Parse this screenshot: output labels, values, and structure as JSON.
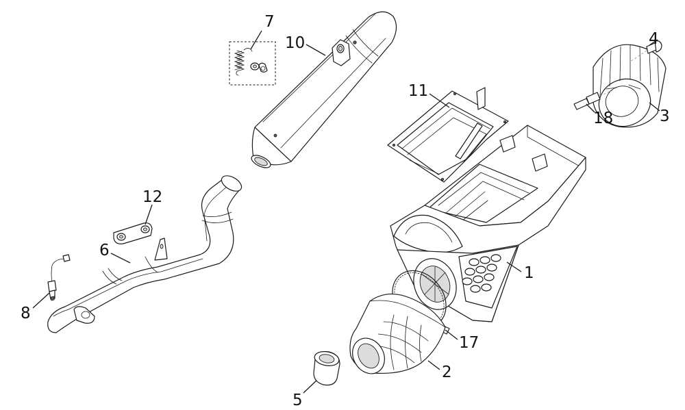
{
  "diagram": {
    "callouts": [
      {
        "id": "1",
        "text": "1"
      },
      {
        "id": "2",
        "text": "2"
      },
      {
        "id": "3",
        "text": "3"
      },
      {
        "id": "4",
        "text": "4"
      },
      {
        "id": "5",
        "text": "5"
      },
      {
        "id": "6",
        "text": "6"
      },
      {
        "id": "7",
        "text": "7"
      },
      {
        "id": "8",
        "text": "8"
      },
      {
        "id": "10",
        "text": "10"
      },
      {
        "id": "11",
        "text": "11"
      },
      {
        "id": "12",
        "text": "12"
      },
      {
        "id": "17",
        "text": "17"
      },
      {
        "id": "18",
        "text": "18"
      }
    ]
  }
}
